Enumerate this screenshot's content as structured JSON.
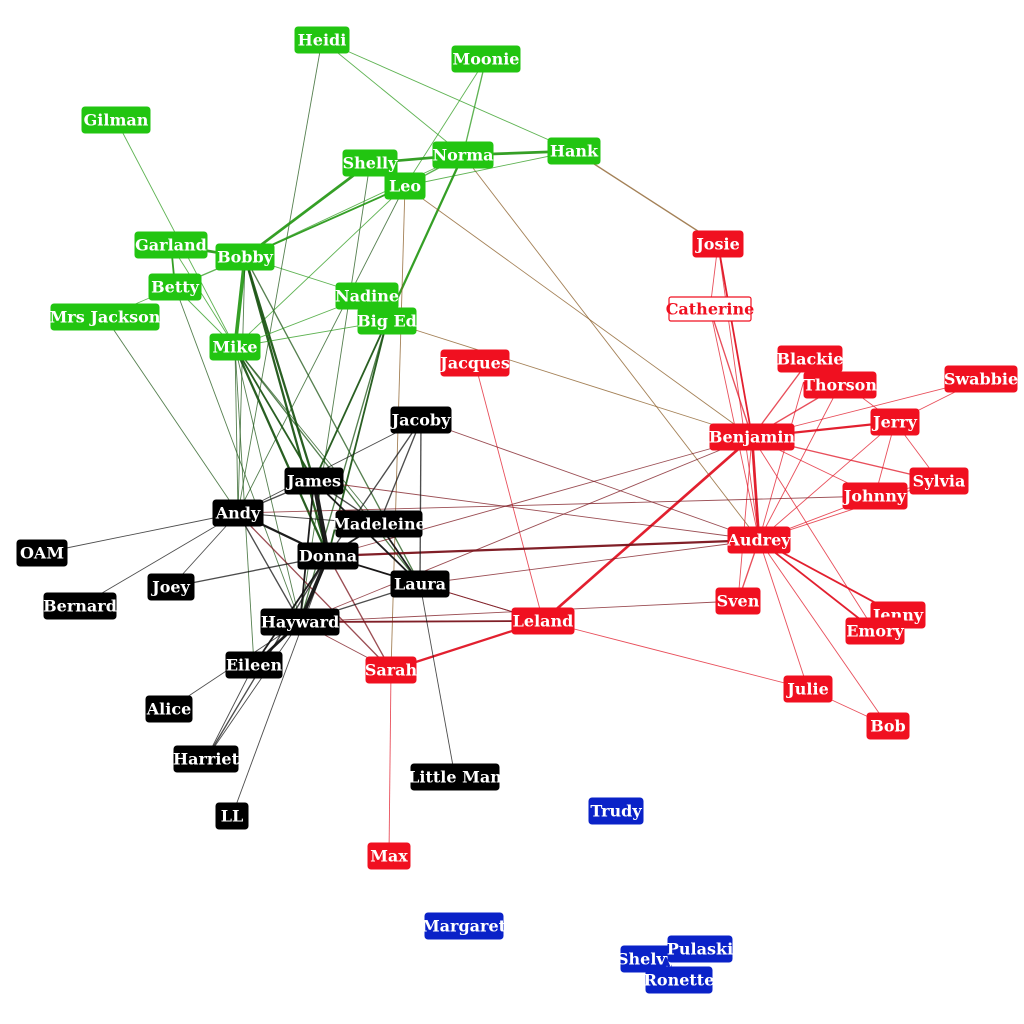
{
  "groups": {
    "green": {
      "color": "#22c511",
      "edge_color": "#2a9a1a"
    },
    "black": {
      "color": "#000000",
      "edge_color": "#111111"
    },
    "red": {
      "color": "#f01020",
      "edge_color": "#e01424"
    },
    "blue": {
      "color": "#0a22c8",
      "edge_color": "#0a22c8"
    }
  },
  "nodes": [
    {
      "id": "Heidi",
      "label": "Heidi",
      "group": "green"
    },
    {
      "id": "Moonie",
      "label": "Moonie",
      "group": "green"
    },
    {
      "id": "Gilman",
      "label": "Gilman",
      "group": "green"
    },
    {
      "id": "Shelly",
      "label": "Shelly",
      "group": "green"
    },
    {
      "id": "Norma",
      "label": "Norma",
      "group": "green"
    },
    {
      "id": "Hank",
      "label": "Hank",
      "group": "green"
    },
    {
      "id": "Leo",
      "label": "Leo",
      "group": "green"
    },
    {
      "id": "Garland",
      "label": "Garland",
      "group": "green"
    },
    {
      "id": "Bobby",
      "label": "Bobby",
      "group": "green"
    },
    {
      "id": "Betty",
      "label": "Betty",
      "group": "green"
    },
    {
      "id": "Nadine",
      "label": "Nadine",
      "group": "green"
    },
    {
      "id": "MrsJackson",
      "label": "Mrs Jackson",
      "group": "green"
    },
    {
      "id": "BigEd",
      "label": "Big Ed",
      "group": "green"
    },
    {
      "id": "Mike",
      "label": "Mike",
      "group": "green"
    },
    {
      "id": "Josie",
      "label": "Josie",
      "group": "red"
    },
    {
      "id": "Catherine",
      "label": "Catherine",
      "group": "red",
      "outline": true
    },
    {
      "id": "Jacques",
      "label": "Jacques",
      "group": "red"
    },
    {
      "id": "Blackie",
      "label": "Blackie",
      "group": "red"
    },
    {
      "id": "Thorson",
      "label": "Thorson",
      "group": "red"
    },
    {
      "id": "Swabbie",
      "label": "Swabbie",
      "group": "red"
    },
    {
      "id": "Jerry",
      "label": "Jerry",
      "group": "red"
    },
    {
      "id": "Benjamin",
      "label": "Benjamin",
      "group": "red"
    },
    {
      "id": "Sylvia",
      "label": "Sylvia",
      "group": "red"
    },
    {
      "id": "Johnny",
      "label": "Johnny",
      "group": "red"
    },
    {
      "id": "Audrey",
      "label": "Audrey",
      "group": "red"
    },
    {
      "id": "Sven",
      "label": "Sven",
      "group": "red"
    },
    {
      "id": "Jenny",
      "label": "Jenny",
      "group": "red"
    },
    {
      "id": "Emory",
      "label": "Emory",
      "group": "red"
    },
    {
      "id": "Leland",
      "label": "Leland",
      "group": "red"
    },
    {
      "id": "Julie",
      "label": "Julie",
      "group": "red"
    },
    {
      "id": "Bob",
      "label": "Bob",
      "group": "red"
    },
    {
      "id": "Sarah",
      "label": "Sarah",
      "group": "red"
    },
    {
      "id": "Max",
      "label": "Max",
      "group": "red"
    },
    {
      "id": "Jacoby",
      "label": "Jacoby",
      "group": "black"
    },
    {
      "id": "James",
      "label": "James",
      "group": "black"
    },
    {
      "id": "Andy",
      "label": "Andy",
      "group": "black"
    },
    {
      "id": "Madeleine",
      "label": "Madeleine",
      "group": "black"
    },
    {
      "id": "OAM",
      "label": "OAM",
      "group": "black"
    },
    {
      "id": "Donna",
      "label": "Donna",
      "group": "black"
    },
    {
      "id": "Joey",
      "label": "Joey",
      "group": "black"
    },
    {
      "id": "Laura",
      "label": "Laura",
      "group": "black"
    },
    {
      "id": "Bernard",
      "label": "Bernard",
      "group": "black"
    },
    {
      "id": "Hayward",
      "label": "Hayward",
      "group": "black"
    },
    {
      "id": "Eileen",
      "label": "Eileen",
      "group": "black"
    },
    {
      "id": "Alice",
      "label": "Alice",
      "group": "black"
    },
    {
      "id": "Harriet",
      "label": "Harriet",
      "group": "black"
    },
    {
      "id": "LittleMan",
      "label": "Little Man",
      "group": "black"
    },
    {
      "id": "LL",
      "label": "LL",
      "group": "black"
    },
    {
      "id": "Trudy",
      "label": "Trudy",
      "group": "blue"
    },
    {
      "id": "Margaret",
      "label": "Margaret",
      "group": "blue"
    },
    {
      "id": "Shelvy",
      "label": "Shelvy",
      "group": "blue"
    },
    {
      "id": "Pulaski",
      "label": "Pulaski",
      "group": "blue"
    },
    {
      "id": "Ronette",
      "label": "Ronette",
      "group": "blue"
    }
  ],
  "edges": [
    [
      "Heidi",
      "Norma",
      1
    ],
    [
      "Heidi",
      "Hank",
      1
    ],
    [
      "Heidi",
      "Andy",
      1
    ],
    [
      "Moonie",
      "Norma",
      1.5
    ],
    [
      "Moonie",
      "Leo",
      1
    ],
    [
      "Gilman",
      "Mike",
      1
    ],
    [
      "Shelly",
      "Norma",
      3
    ],
    [
      "Shelly",
      "Leo",
      2
    ],
    [
      "Shelly",
      "Bobby",
      3
    ],
    [
      "Shelly",
      "Hayward",
      1
    ],
    [
      "Norma",
      "Hank",
      3
    ],
    [
      "Norma",
      "Leo",
      1.5
    ],
    [
      "Norma",
      "Bobby",
      1
    ],
    [
      "Norma",
      "BigEd",
      2.5
    ],
    [
      "Norma",
      "Audrey",
      1
    ],
    [
      "Hank",
      "Josie",
      1.5
    ],
    [
      "Hank",
      "Leo",
      1
    ],
    [
      "Leo",
      "Bobby",
      2
    ],
    [
      "Leo",
      "Mike",
      1
    ],
    [
      "Leo",
      "Sarah",
      1
    ],
    [
      "Leo",
      "Benjamin",
      1
    ],
    [
      "Leo",
      "Andy",
      1
    ],
    [
      "Garland",
      "Bobby",
      3
    ],
    [
      "Garland",
      "Betty",
      2
    ],
    [
      "Garland",
      "Mike",
      1
    ],
    [
      "Bobby",
      "Mike",
      4
    ],
    [
      "Bobby",
      "Betty",
      1.5
    ],
    [
      "Bobby",
      "James",
      2.5
    ],
    [
      "Bobby",
      "Donna",
      2.5
    ],
    [
      "Bobby",
      "Laura",
      1.5
    ],
    [
      "Bobby",
      "Andy",
      1
    ],
    [
      "Bobby",
      "Nadine",
      1
    ],
    [
      "Betty",
      "MrsJackson",
      1
    ],
    [
      "Betty",
      "Mike",
      1
    ],
    [
      "Betty",
      "Hayward",
      1
    ],
    [
      "Nadine",
      "BigEd",
      2
    ],
    [
      "Nadine",
      "Mike",
      1
    ],
    [
      "MrsJackson",
      "Andy",
      1
    ],
    [
      "BigEd",
      "Mike",
      1
    ],
    [
      "BigEd",
      "James",
      2
    ],
    [
      "BigEd",
      "Donna",
      2
    ],
    [
      "BigEd",
      "Hayward",
      1.5
    ],
    [
      "BigEd",
      "Benjamin",
      1
    ],
    [
      "Mike",
      "James",
      2
    ],
    [
      "Mike",
      "Donna",
      2.5
    ],
    [
      "Mike",
      "Andy",
      1
    ],
    [
      "Mike",
      "Hayward",
      1
    ],
    [
      "Mike",
      "Madeleine",
      1
    ],
    [
      "Mike",
      "Laura",
      1.5
    ],
    [
      "Mike",
      "Eileen",
      1
    ],
    [
      "Josie",
      "Catherine",
      1
    ],
    [
      "Josie",
      "Benjamin",
      2
    ],
    [
      "Josie",
      "Audrey",
      1
    ],
    [
      "Catherine",
      "Benjamin",
      1.5
    ],
    [
      "Catherine",
      "Audrey",
      1
    ],
    [
      "Jacques",
      "Leland",
      1
    ],
    [
      "Blackie",
      "Benjamin",
      1.5
    ],
    [
      "Blackie",
      "Audrey",
      1
    ],
    [
      "Blackie",
      "Jerry",
      1
    ],
    [
      "Thorson",
      "Benjamin",
      1.5
    ],
    [
      "Thorson",
      "Audrey",
      1
    ],
    [
      "Swabbie",
      "Benjamin",
      1
    ],
    [
      "Swabbie",
      "Jerry",
      1
    ],
    [
      "Jerry",
      "Benjamin",
      2.5
    ],
    [
      "Jerry",
      "Audrey",
      1
    ],
    [
      "Jerry",
      "Sylvia",
      1
    ],
    [
      "Jerry",
      "Johnny",
      1
    ],
    [
      "Benjamin",
      "Audrey",
      3
    ],
    [
      "Benjamin",
      "Sylvia",
      1.5
    ],
    [
      "Benjamin",
      "Johnny",
      1
    ],
    [
      "Benjamin",
      "Leland",
      3
    ],
    [
      "Benjamin",
      "Sven",
      1
    ],
    [
      "Benjamin",
      "Emory",
      1
    ],
    [
      "Benjamin",
      "Donna",
      1
    ],
    [
      "Benjamin",
      "Hayward",
      1
    ],
    [
      "Sylvia",
      "Johnny",
      1
    ],
    [
      "Sylvia",
      "Audrey",
      1
    ],
    [
      "Johnny",
      "Audrey",
      1
    ],
    [
      "Johnny",
      "Andy",
      1
    ],
    [
      "Audrey",
      "Sven",
      1.5
    ],
    [
      "Audrey",
      "Jenny",
      2
    ],
    [
      "Audrey",
      "Emory",
      2
    ],
    [
      "Audrey",
      "Julie",
      1
    ],
    [
      "Audrey",
      "Bob",
      1
    ],
    [
      "Audrey",
      "Donna",
      2.5
    ],
    [
      "Audrey",
      "Jacoby",
      1
    ],
    [
      "Audrey",
      "James",
      1
    ],
    [
      "Audrey",
      "Laura",
      1
    ],
    [
      "Sven",
      "Hayward",
      1
    ],
    [
      "Leland",
      "Sarah",
      2.5
    ],
    [
      "Leland",
      "Julie",
      1
    ],
    [
      "Leland",
      "Hayward",
      2
    ],
    [
      "Leland",
      "Laura",
      1
    ],
    [
      "Leland",
      "Donna",
      1
    ],
    [
      "Julie",
      "Bob",
      1
    ],
    [
      "Sarah",
      "Max",
      1
    ],
    [
      "Sarah",
      "Donna",
      1.5
    ],
    [
      "Sarah",
      "Andy",
      1.5
    ],
    [
      "Sarah",
      "Hayward",
      1
    ],
    [
      "Jacoby",
      "Madeleine",
      1.5
    ],
    [
      "Jacoby",
      "Laura",
      1.5
    ],
    [
      "Jacoby",
      "Andy",
      1
    ],
    [
      "Jacoby",
      "Donna",
      1.5
    ],
    [
      "James",
      "Donna",
      5
    ],
    [
      "James",
      "Andy",
      1.5
    ],
    [
      "James",
      "Madeleine",
      1.5
    ],
    [
      "James",
      "Laura",
      2
    ],
    [
      "James",
      "Hayward",
      2
    ],
    [
      "Andy",
      "OAM",
      1
    ],
    [
      "Andy",
      "Donna",
      2.5
    ],
    [
      "Andy",
      "Joey",
      1
    ],
    [
      "Andy",
      "Bernard",
      1
    ],
    [
      "Andy",
      "Hayward",
      1.5
    ],
    [
      "Andy",
      "Madeleine",
      1
    ],
    [
      "Madeleine",
      "Donna",
      2
    ],
    [
      "Madeleine",
      "Laura",
      2
    ],
    [
      "Donna",
      "Laura",
      2
    ],
    [
      "Donna",
      "Hayward",
      4
    ],
    [
      "Donna",
      "Joey",
      1.5
    ],
    [
      "Donna",
      "Eileen",
      2
    ],
    [
      "Donna",
      "Harriet",
      1.5
    ],
    [
      "Donna",
      "LL",
      1
    ],
    [
      "Laura",
      "LittleMan",
      1
    ],
    [
      "Laura",
      "Hayward",
      1.5
    ],
    [
      "Hayward",
      "Eileen",
      3
    ],
    [
      "Hayward",
      "Harriet",
      1
    ],
    [
      "Hayward",
      "Alice",
      1
    ],
    [
      "Eileen",
      "Harriet",
      1
    ]
  ]
}
